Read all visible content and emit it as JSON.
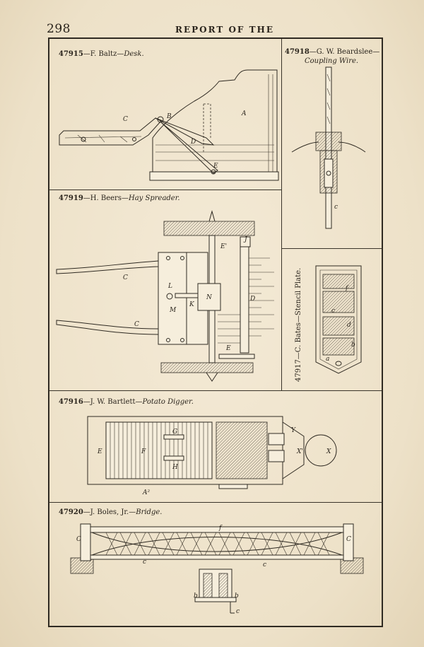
{
  "header": {
    "page_number": "298",
    "running_head": "REPORT OF THE"
  },
  "figures": [
    {
      "patent_number": "47915",
      "separator": "—",
      "inventor": "F. Baltz",
      "invention": "Desk.",
      "letters": [
        "C",
        "B",
        "A",
        "D",
        "E"
      ]
    },
    {
      "patent_number": "47918",
      "separator": "—",
      "inventor": "G. W. Beardslee",
      "invention": "Coupling Wire.",
      "letters": [
        "c"
      ]
    },
    {
      "patent_number": "47919",
      "separator": "—",
      "inventor": "H. Beers",
      "invention": "Hay Spreader.",
      "letters": [
        "E'",
        "J",
        "C",
        "L",
        "N",
        "M",
        "K",
        "D",
        "C",
        "E"
      ]
    },
    {
      "patent_number": "47917",
      "separator": "—",
      "inventor": "C. Bates",
      "invention": "Stencil Plate.",
      "letters": [
        "f",
        "c",
        "d",
        "b",
        "a"
      ]
    },
    {
      "patent_number": "47916",
      "separator": "—",
      "inventor": "J. W. Bartlett",
      "invention": "Potato Digger.",
      "letters": [
        "E",
        "F",
        "G",
        "H",
        "Y",
        "X'",
        "X",
        "A²"
      ]
    },
    {
      "patent_number": "47920",
      "separator": "—",
      "inventor": "J. Boles, Jr.",
      "invention": "Bridge.",
      "letters": [
        "C",
        "f",
        "C",
        "c",
        "c",
        "b",
        "b",
        "c"
      ]
    }
  ]
}
